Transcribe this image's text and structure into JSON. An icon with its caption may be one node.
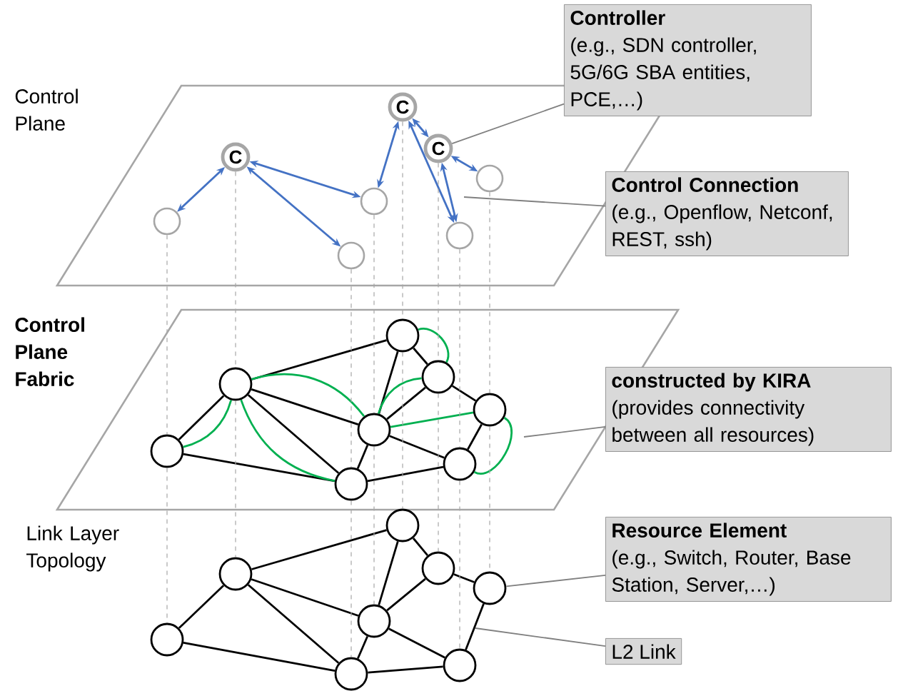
{
  "diagram": {
    "nodes": [
      {
        "text": [
          "Control Plane"
        ]
      },
      {
        "text": [
          "C"
        ],
        "in": 0
      },
      {
        "text": [
          "C"
        ],
        "in": 0
      },
      {
        "text": [
          "C"
        ],
        "in": 0
      },
      {
        "text": [],
        "shape": "circle",
        "in": 0
      },
      {
        "text": [],
        "shape": "circle",
        "in": 0
      },
      {
        "text": [],
        "shape": "circle",
        "in": 0
      },
      {
        "text": [],
        "shape": "circle",
        "in": 0
      },
      {
        "text": [],
        "shape": "circle",
        "in": 0
      },
      {
        "text": [
          "Control Plane Fabric"
        ]
      },
      {
        "text": [],
        "shape": "circle",
        "in": 9
      },
      {
        "text": [],
        "shape": "circle",
        "in": 9
      },
      {
        "text": [],
        "shape": "circle",
        "in": 9
      },
      {
        "text": [],
        "shape": "circle",
        "in": 9
      },
      {
        "text": [],
        "shape": "circle",
        "in": 9
      },
      {
        "text": [],
        "shape": "circle",
        "in": 9
      },
      {
        "text": [],
        "shape": "circle",
        "in": 9
      },
      {
        "text": [],
        "shape": "circle",
        "in": 9
      },
      {
        "text": [],
        "shape": "circle"
      },
      {
        "text": [],
        "shape": "circle"
      },
      {
        "text": [],
        "shape": "circle"
      },
      {
        "text": [],
        "shape": "circle"
      },
      {
        "text": [],
        "shape": "circle"
      },
      {
        "text": [],
        "shape": "circle"
      },
      {
        "text": [],
        "shape": "circle"
      },
      {
        "text": [],
        "shape": "circle"
      },
      {
        "text": [
          "Controller",
          "(e.g., SDN controller, 5G/6G SBA entities, PCE,…)"
        ]
      },
      {
        "text": [
          "Control Connection",
          "(e.g., Openflow, Netconf, REST, ssh)"
        ]
      },
      {
        "text": [
          "constructed by KIRA",
          "(provides connectivity between all resources)"
        ]
      },
      {
        "text": [
          "Resource Element",
          "(e.g., Switch, Router, Base Station, Server,…)"
        ]
      },
      {
        "text": [
          "L2 Link"
        ]
      }
    ],
    "edges": [
      {
        "from": 1,
        "to": 4,
        "arrow": "both",
        "color": "#4472c4"
      },
      {
        "from": 1,
        "to": 5,
        "arrow": "both",
        "color": "#4472c4"
      },
      {
        "from": 1,
        "to": 6,
        "arrow": "both",
        "color": "#4472c4"
      },
      {
        "from": 2,
        "to": 3,
        "arrow": "both",
        "color": "#4472c4"
      },
      {
        "from": 2,
        "to": 5,
        "arrow": "both",
        "color": "#4472c4"
      },
      {
        "from": 2,
        "to": 8,
        "arrow": "both",
        "color": "#4472c4"
      },
      {
        "from": 3,
        "to": 7,
        "arrow": "both",
        "color": "#4472c4"
      },
      {
        "from": 3,
        "to": 8,
        "arrow": "both",
        "color": "#4472c4"
      },
      {
        "from": 10,
        "to": 11,
        "arrow": "none"
      },
      {
        "from": 10,
        "to": 17,
        "arrow": "none"
      },
      {
        "from": 11,
        "to": 12,
        "arrow": "none"
      },
      {
        "from": 11,
        "to": 15,
        "arrow": "none"
      },
      {
        "from": 11,
        "to": 17,
        "arrow": "none"
      },
      {
        "from": 12,
        "to": 15,
        "arrow": "none"
      },
      {
        "from": 12,
        "to": 13,
        "arrow": "none"
      },
      {
        "from": 13,
        "to": 15,
        "arrow": "none"
      },
      {
        "from": 13,
        "to": 14,
        "arrow": "none"
      },
      {
        "from": 14,
        "to": 16,
        "arrow": "none"
      },
      {
        "from": 15,
        "to": 16,
        "arrow": "none"
      },
      {
        "from": 15,
        "to": 17,
        "arrow": "none"
      },
      {
        "from": 17,
        "to": 16,
        "arrow": "none"
      },
      {
        "from": 18,
        "to": 19,
        "arrow": "none"
      },
      {
        "from": 18,
        "to": 25,
        "arrow": "none"
      },
      {
        "from": 19,
        "to": 20,
        "arrow": "none"
      },
      {
        "from": 19,
        "to": 23,
        "arrow": "none"
      },
      {
        "from": 19,
        "to": 25,
        "arrow": "none"
      },
      {
        "from": 20,
        "to": 23,
        "arrow": "none"
      },
      {
        "from": 20,
        "to": 21,
        "arrow": "none"
      },
      {
        "from": 21,
        "to": 23,
        "arrow": "none"
      },
      {
        "from": 21,
        "to": 22,
        "arrow": "none"
      },
      {
        "from": 22,
        "to": 24,
        "arrow": "none"
      },
      {
        "from": 23,
        "to": 24,
        "arrow": "none"
      },
      {
        "from": 23,
        "to": 25,
        "arrow": "none"
      },
      {
        "from": 25,
        "to": 24,
        "arrow": "none"
      },
      {
        "from": 10,
        "to": 11,
        "arrow": "none",
        "color": "#00b050"
      },
      {
        "from": 11,
        "to": 15,
        "arrow": "none",
        "color": "#00b050"
      },
      {
        "from": 11,
        "to": 17,
        "arrow": "none",
        "color": "#00b050"
      },
      {
        "from": 12,
        "to": 13,
        "arrow": "none",
        "color": "#00b050"
      },
      {
        "from": 13,
        "to": 15,
        "arrow": "none",
        "color": "#00b050"
      },
      {
        "from": 15,
        "to": 14,
        "arrow": "none",
        "color": "#00b050"
      },
      {
        "from": 14,
        "to": 16,
        "arrow": "none",
        "color": "#00b050"
      },
      {
        "from": 4,
        "to": 10,
        "arrow": "none",
        "style": "dashed",
        "color": "#a6a6a6"
      },
      {
        "from": 10,
        "to": 18,
        "arrow": "none",
        "style": "dashed",
        "color": "#a6a6a6"
      },
      {
        "from": 1,
        "to": 11,
        "arrow": "none",
        "style": "dashed",
        "color": "#a6a6a6"
      },
      {
        "from": 11,
        "to": 19,
        "arrow": "none",
        "style": "dashed",
        "color": "#a6a6a6"
      },
      {
        "from": 2,
        "to": 12,
        "arrow": "none",
        "style": "dashed",
        "color": "#a6a6a6"
      },
      {
        "from": 12,
        "to": 20,
        "arrow": "none",
        "style": "dashed",
        "color": "#a6a6a6"
      },
      {
        "from": 3,
        "to": 13,
        "arrow": "none",
        "style": "dashed",
        "color": "#a6a6a6"
      },
      {
        "from": 13,
        "to": 21,
        "arrow": "none",
        "style": "dashed",
        "color": "#a6a6a6"
      },
      {
        "from": 7,
        "to": 14,
        "arrow": "none",
        "style": "dashed",
        "color": "#a6a6a6"
      },
      {
        "from": 14,
        "to": 22,
        "arrow": "none",
        "style": "dashed",
        "color": "#a6a6a6"
      },
      {
        "from": 5,
        "to": 15,
        "arrow": "none",
        "style": "dashed",
        "color": "#a6a6a6"
      },
      {
        "from": 15,
        "to": 23,
        "arrow": "none",
        "style": "dashed",
        "color": "#a6a6a6"
      },
      {
        "from": 8,
        "to": 16,
        "arrow": "none",
        "style": "dashed",
        "color": "#a6a6a6"
      },
      {
        "from": 16,
        "to": 24,
        "arrow": "none",
        "style": "dashed",
        "color": "#a6a6a6"
      },
      {
        "from": 6,
        "to": 17,
        "arrow": "none",
        "style": "dashed",
        "color": "#a6a6a6"
      },
      {
        "from": 17,
        "to": 25,
        "arrow": "none",
        "style": "dashed",
        "color": "#a6a6a6"
      },
      {
        "from": 26,
        "to": 3,
        "arrow": "none",
        "color": "#808080"
      },
      {
        "from": 27,
        "to": null,
        "arrow": "none",
        "color": "#808080"
      },
      {
        "from": 28,
        "to": null,
        "arrow": "none",
        "color": "#808080"
      },
      {
        "from": 29,
        "to": 22,
        "arrow": "none",
        "color": "#808080"
      },
      {
        "from": 30,
        "to": null,
        "arrow": "none",
        "color": "#808080"
      }
    ],
    "labels": [
      "Link Layer Topology"
    ]
  }
}
